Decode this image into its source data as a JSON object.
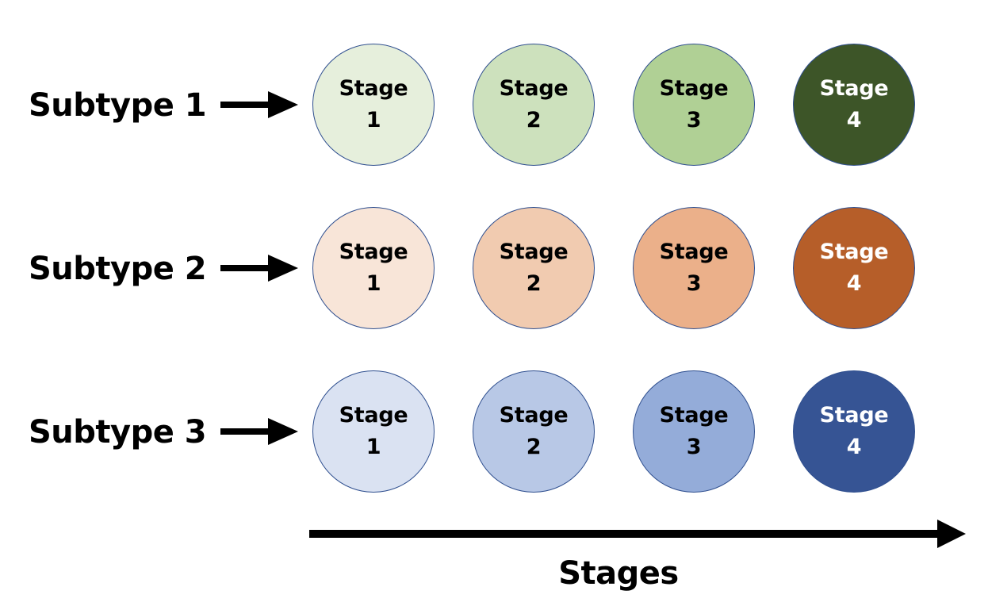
{
  "stage_word": "Stage",
  "axis_label": "Stages",
  "rows": [
    {
      "label": "Subtype 1",
      "stages": [
        {
          "number": "1",
          "fill": "#e6efdc",
          "text_color": "#000000"
        },
        {
          "number": "2",
          "fill": "#cde1bd",
          "text_color": "#000000"
        },
        {
          "number": "3",
          "fill": "#b0d095",
          "text_color": "#000000"
        },
        {
          "number": "4",
          "fill": "#3d5528",
          "text_color": "#ffffff"
        }
      ]
    },
    {
      "label": "Subtype 2",
      "stages": [
        {
          "number": "1",
          "fill": "#f8e5d8",
          "text_color": "#000000"
        },
        {
          "number": "2",
          "fill": "#f1cbb0",
          "text_color": "#000000"
        },
        {
          "number": "3",
          "fill": "#ebb08a",
          "text_color": "#000000"
        },
        {
          "number": "4",
          "fill": "#b65e29",
          "text_color": "#ffffff"
        }
      ]
    },
    {
      "label": "Subtype 3",
      "stages": [
        {
          "number": "1",
          "fill": "#dae2f2",
          "text_color": "#000000"
        },
        {
          "number": "2",
          "fill": "#b8c8e6",
          "text_color": "#000000"
        },
        {
          "number": "3",
          "fill": "#94acd9",
          "text_color": "#000000"
        },
        {
          "number": "4",
          "fill": "#365494",
          "text_color": "#ffffff"
        }
      ]
    }
  ],
  "colors": {
    "circle_border": "#2f4f8f",
    "arrow": "#000000"
  }
}
